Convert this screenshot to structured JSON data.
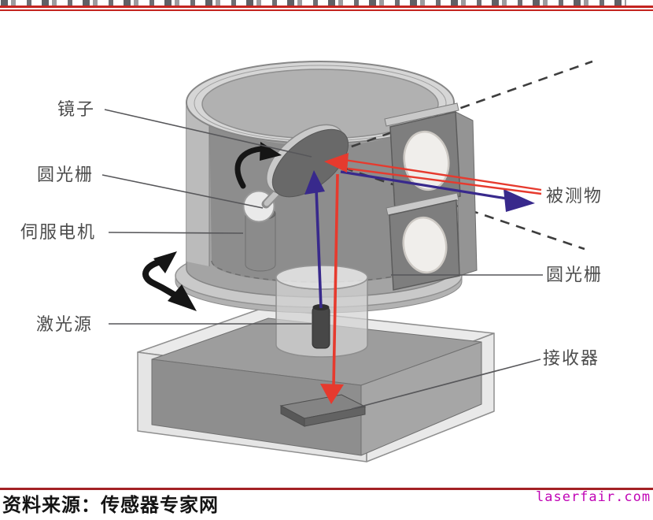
{
  "figure": {
    "labels": {
      "mirror": "镜子",
      "grating_left": "圆光栅",
      "servo_motor": "伺服电机",
      "laser_source": "激光源",
      "target_object": "被测物",
      "grating_right": "圆光栅",
      "receiver": "接收器"
    },
    "source_note": "资料来源：传感器专家网",
    "watermark": "laserfair.com"
  },
  "colors": {
    "top_rule": "#c3241f",
    "bottom_rule": "#a32125",
    "beam_return_red": "#e63a2e",
    "beam_outgoing_purple": "#38298c",
    "rotation_arrow_black": "#151515",
    "watermark_magenta": "#c105b5",
    "label_gray": "#4c4c4c"
  }
}
